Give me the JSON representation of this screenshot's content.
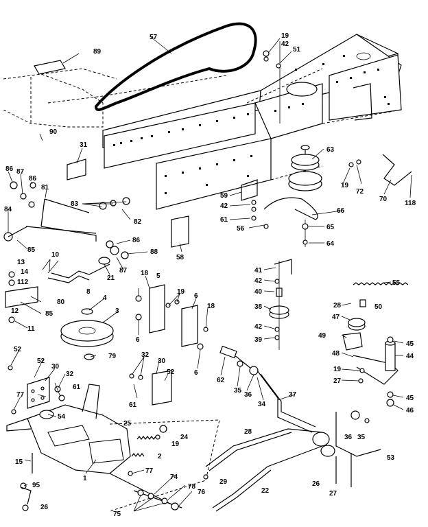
{
  "callouts": [
    {
      "id": "c1",
      "text": "1"
    },
    {
      "id": "c2",
      "text": "2"
    },
    {
      "id": "c3",
      "text": "3"
    },
    {
      "id": "c4",
      "text": "4"
    },
    {
      "id": "c5",
      "text": "5"
    },
    {
      "id": "c6a",
      "text": "6"
    },
    {
      "id": "c6b",
      "text": "6"
    },
    {
      "id": "c6c",
      "text": "6"
    },
    {
      "id": "c8",
      "text": "8"
    },
    {
      "id": "c10",
      "text": "10"
    },
    {
      "id": "c11",
      "text": "11"
    },
    {
      "id": "c12",
      "text": "12"
    },
    {
      "id": "c13",
      "text": "13"
    },
    {
      "id": "c14",
      "text": "14"
    },
    {
      "id": "c15",
      "text": "15"
    },
    {
      "id": "c18a",
      "text": "18"
    },
    {
      "id": "c18b",
      "text": "18"
    },
    {
      "id": "c19a",
      "text": "19"
    },
    {
      "id": "c19b",
      "text": "19"
    },
    {
      "id": "c19c",
      "text": "19"
    },
    {
      "id": "c19d",
      "text": "19"
    },
    {
      "id": "c19e",
      "text": "19"
    },
    {
      "id": "c21",
      "text": "21"
    },
    {
      "id": "c22",
      "text": "22"
    },
    {
      "id": "c24",
      "text": "24"
    },
    {
      "id": "c25",
      "text": "25"
    },
    {
      "id": "c26a",
      "text": "26"
    },
    {
      "id": "c26b",
      "text": "26"
    },
    {
      "id": "c27a",
      "text": "27"
    },
    {
      "id": "c27b",
      "text": "27"
    },
    {
      "id": "c28a",
      "text": "28"
    },
    {
      "id": "c28b",
      "text": "28"
    },
    {
      "id": "c29",
      "text": "29"
    },
    {
      "id": "c30a",
      "text": "30"
    },
    {
      "id": "c30b",
      "text": "30"
    },
    {
      "id": "c31",
      "text": "31"
    },
    {
      "id": "c32a",
      "text": "32"
    },
    {
      "id": "c32b",
      "text": "32"
    },
    {
      "id": "c34",
      "text": "34"
    },
    {
      "id": "c35a",
      "text": "35"
    },
    {
      "id": "c35b",
      "text": "35"
    },
    {
      "id": "c36a",
      "text": "36"
    },
    {
      "id": "c36b",
      "text": "36"
    },
    {
      "id": "c37",
      "text": "37"
    },
    {
      "id": "c38",
      "text": "38"
    },
    {
      "id": "c39",
      "text": "39"
    },
    {
      "id": "c40",
      "text": "40"
    },
    {
      "id": "c41",
      "text": "41"
    },
    {
      "id": "c42a",
      "text": "42"
    },
    {
      "id": "c42b",
      "text": "42"
    },
    {
      "id": "c42c",
      "text": "42"
    },
    {
      "id": "c42d",
      "text": "42"
    },
    {
      "id": "c44",
      "text": "44"
    },
    {
      "id": "c45a",
      "text": "45"
    },
    {
      "id": "c45b",
      "text": "45"
    },
    {
      "id": "c46",
      "text": "46"
    },
    {
      "id": "c47",
      "text": "47"
    },
    {
      "id": "c48",
      "text": "48"
    },
    {
      "id": "c49",
      "text": "49"
    },
    {
      "id": "c50",
      "text": "50"
    },
    {
      "id": "c51",
      "text": "51"
    },
    {
      "id": "c52a",
      "text": "52"
    },
    {
      "id": "c52b",
      "text": "52"
    },
    {
      "id": "c52c",
      "text": "52"
    },
    {
      "id": "c53",
      "text": "53"
    },
    {
      "id": "c54",
      "text": "54"
    },
    {
      "id": "c55",
      "text": "55"
    },
    {
      "id": "c56",
      "text": "56"
    },
    {
      "id": "c57",
      "text": "57"
    },
    {
      "id": "c58",
      "text": "58"
    },
    {
      "id": "c59",
      "text": "59"
    },
    {
      "id": "c61a",
      "text": "61"
    },
    {
      "id": "c61b",
      "text": "61"
    },
    {
      "id": "c61c",
      "text": "61"
    },
    {
      "id": "c62",
      "text": "62"
    },
    {
      "id": "c63",
      "text": "63"
    },
    {
      "id": "c64",
      "text": "64"
    },
    {
      "id": "c65",
      "text": "65"
    },
    {
      "id": "c66",
      "text": "66"
    },
    {
      "id": "c70",
      "text": "70"
    },
    {
      "id": "c72",
      "text": "72"
    },
    {
      "id": "c74",
      "text": "74"
    },
    {
      "id": "c75",
      "text": "75"
    },
    {
      "id": "c76",
      "text": "76"
    },
    {
      "id": "c77a",
      "text": "77"
    },
    {
      "id": "c77b",
      "text": "77"
    },
    {
      "id": "c78",
      "text": "78"
    },
    {
      "id": "c79",
      "text": "79"
    },
    {
      "id": "c80",
      "text": "80"
    },
    {
      "id": "c81",
      "text": "81"
    },
    {
      "id": "c82",
      "text": "82"
    },
    {
      "id": "c83",
      "text": "83"
    },
    {
      "id": "c84",
      "text": "84"
    },
    {
      "id": "c85a",
      "text": "85"
    },
    {
      "id": "c85b",
      "text": "85"
    },
    {
      "id": "c86a",
      "text": "86"
    },
    {
      "id": "c86b",
      "text": "86"
    },
    {
      "id": "c86c",
      "text": "86"
    },
    {
      "id": "c87a",
      "text": "87"
    },
    {
      "id": "c87b",
      "text": "87"
    },
    {
      "id": "c88",
      "text": "88"
    },
    {
      "id": "c89",
      "text": "89"
    },
    {
      "id": "c90",
      "text": "90"
    },
    {
      "id": "c95",
      "text": "95"
    },
    {
      "id": "c112",
      "text": "112"
    },
    {
      "id": "c118",
      "text": "118"
    }
  ]
}
